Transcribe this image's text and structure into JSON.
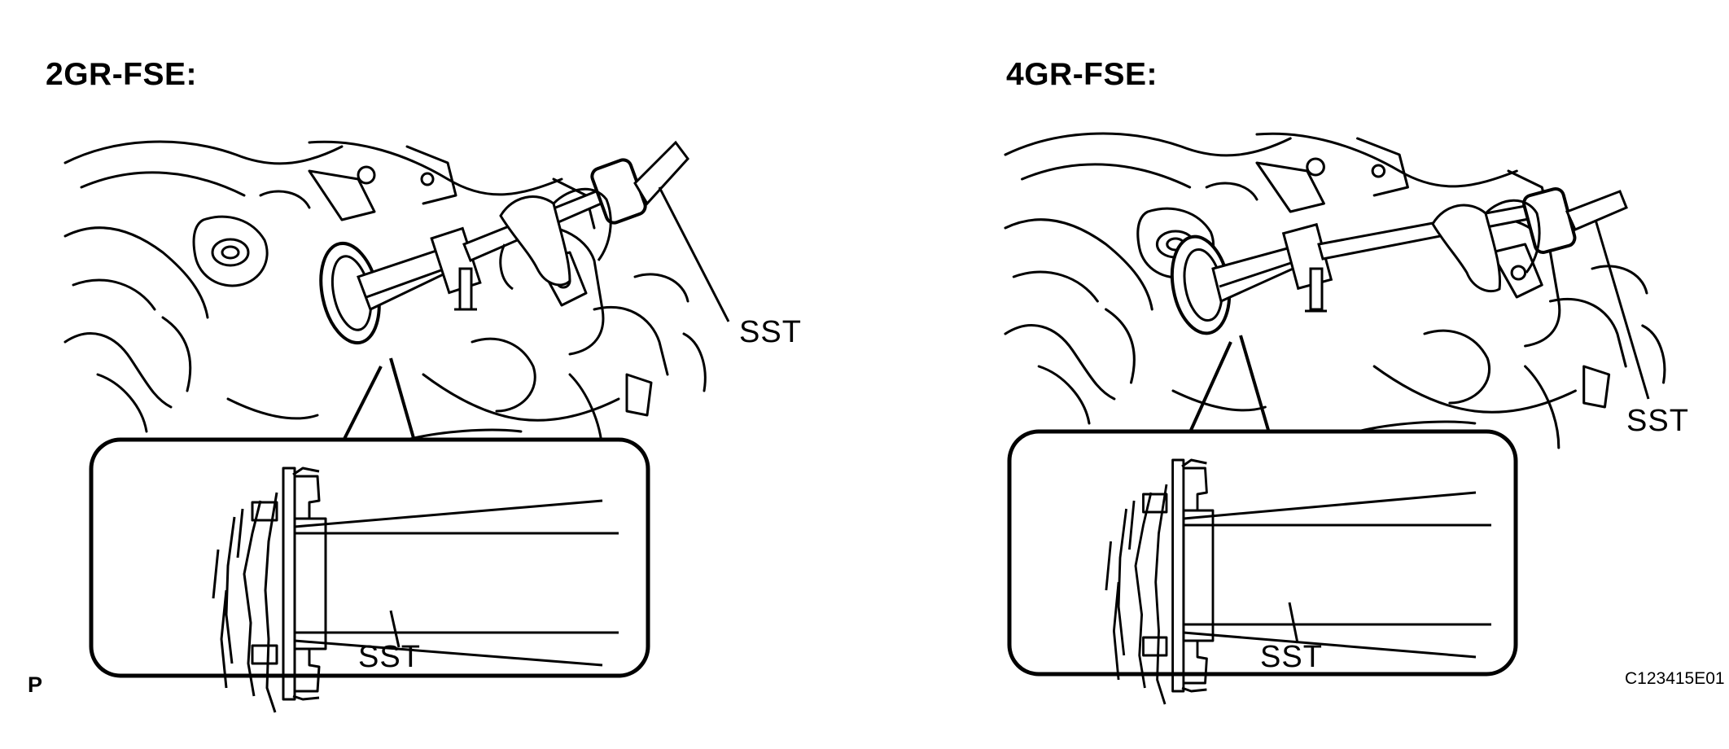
{
  "left_panel": {
    "title": "2GR-FSE:",
    "callout_sst": "SST",
    "inset_sst": "SST"
  },
  "right_panel": {
    "title": "4GR-FSE:",
    "callout_sst": "SST",
    "inset_sst": "SST"
  },
  "footer": {
    "corner_mark": "P",
    "figure_code": "C123415E01"
  }
}
